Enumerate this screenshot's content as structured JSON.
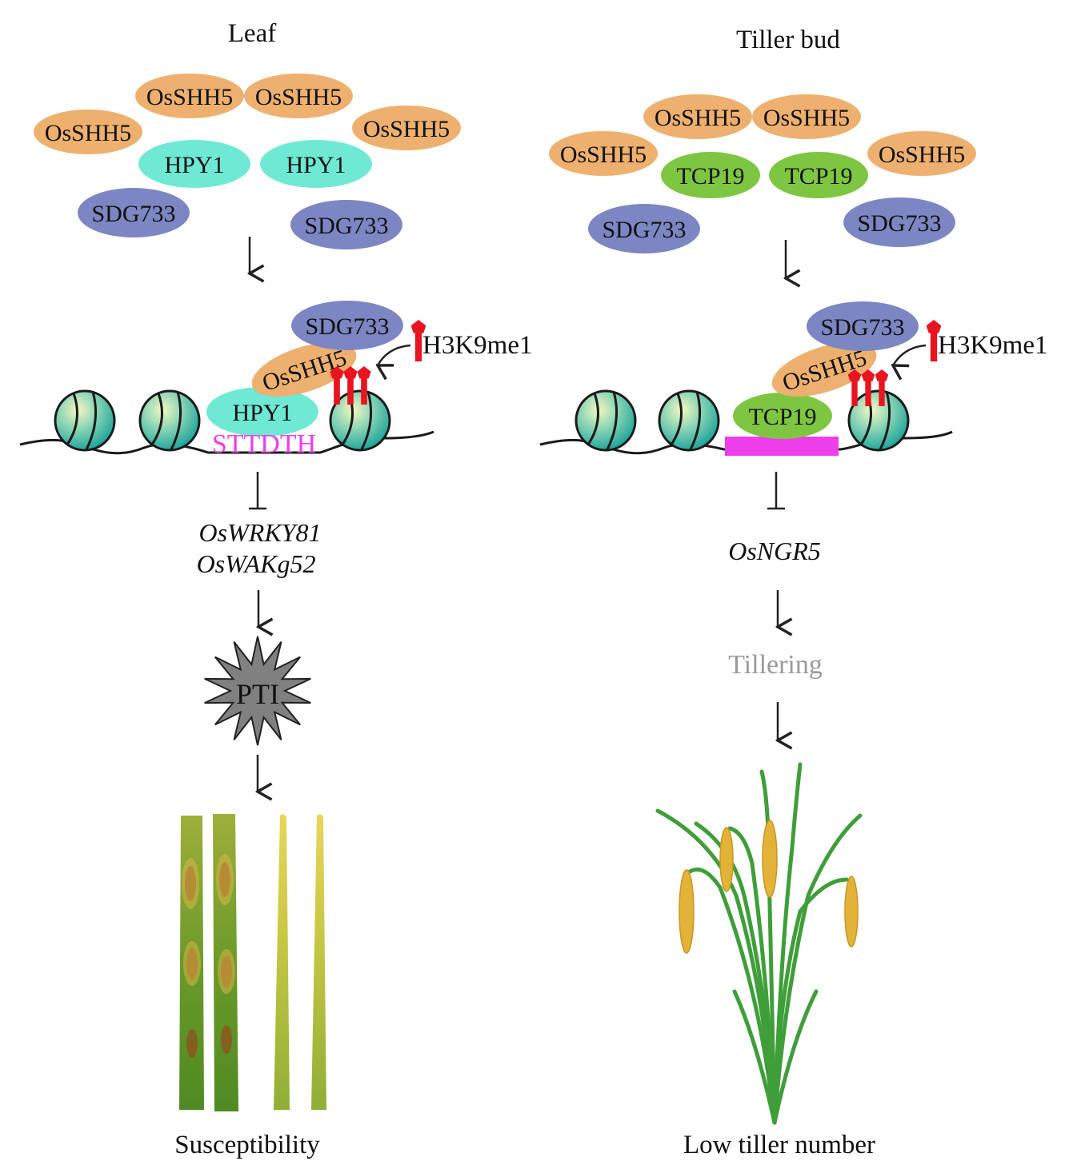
{
  "left": {
    "title": "Leaf",
    "proteins": {
      "osshh5": "OsSHH5",
      "hpy1": "HPY1",
      "sdg733": "SDG733"
    },
    "mark": "H3K9me1",
    "motif": "STTDTH",
    "genes": [
      "OsWRKY81",
      "OsWAKg52"
    ],
    "burst": "PTI",
    "outcome": "Susceptibility"
  },
  "right": {
    "title": "Tiller bud",
    "proteins": {
      "osshh5": "OsSHH5",
      "tcp19": "TCP19",
      "sdg733": "SDG733"
    },
    "mark": "H3K9me1",
    "gene": "OsNGR5",
    "process": "Tillering",
    "outcome": "Low tiller number"
  },
  "colors": {
    "osshh5": "#eeb06e",
    "hpy1": "#6fe9d4",
    "tcp19": "#7ec641",
    "sdg733": "#7c86c2",
    "mark": "#e8141f",
    "motif": "#ee3eea",
    "tillering_text": "#9a9a9a"
  }
}
